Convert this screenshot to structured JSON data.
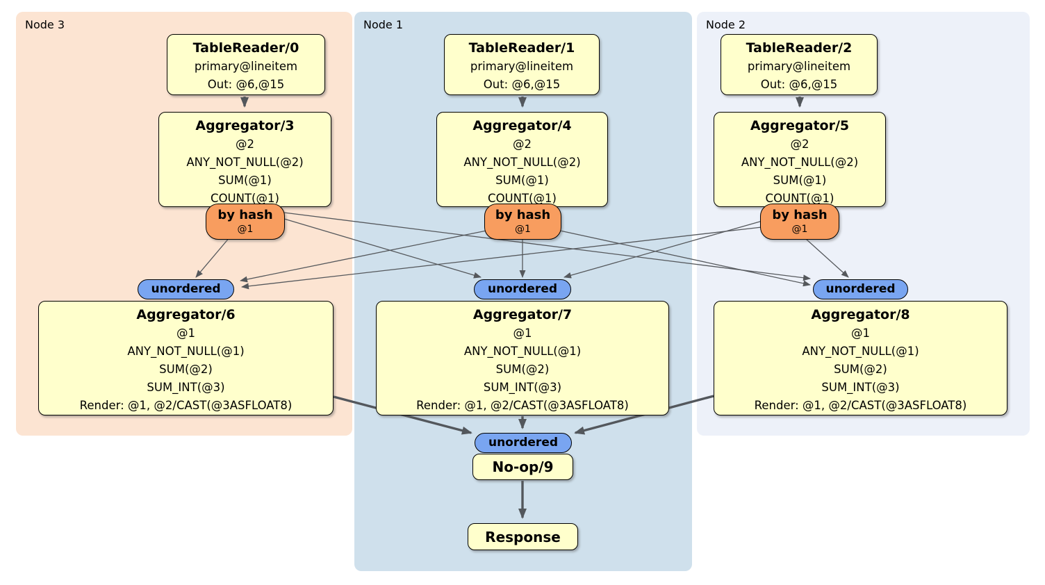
{
  "regions": [
    {
      "label": "Node 3"
    },
    {
      "label": "Node 1"
    },
    {
      "label": "Node 2"
    }
  ],
  "processors": [
    {
      "title": "TableReader/0",
      "lines": [
        "primary@lineitem",
        "Out: @6,@15"
      ]
    },
    {
      "title": "TableReader/1",
      "lines": [
        "primary@lineitem",
        "Out: @6,@15"
      ]
    },
    {
      "title": "TableReader/2",
      "lines": [
        "primary@lineitem",
        "Out: @6,@15"
      ]
    },
    {
      "title": "Aggregator/3",
      "lines": [
        "@2",
        "ANY_NOT_NULL(@2)",
        "SUM(@1)",
        "COUNT(@1)"
      ]
    },
    {
      "title": "Aggregator/4",
      "lines": [
        "@2",
        "ANY_NOT_NULL(@2)",
        "SUM(@1)",
        "COUNT(@1)"
      ]
    },
    {
      "title": "Aggregator/5",
      "lines": [
        "@2",
        "ANY_NOT_NULL(@2)",
        "SUM(@1)",
        "COUNT(@1)"
      ]
    },
    {
      "title": "Aggregator/6",
      "lines": [
        "@1",
        "ANY_NOT_NULL(@1)",
        "SUM(@2)",
        "SUM_INT(@3)",
        "Render: @1, @2/CAST(@3ASFLOAT8)"
      ]
    },
    {
      "title": "Aggregator/7",
      "lines": [
        "@1",
        "ANY_NOT_NULL(@1)",
        "SUM(@2)",
        "SUM_INT(@3)",
        "Render: @1, @2/CAST(@3ASFLOAT8)"
      ]
    },
    {
      "title": "Aggregator/8",
      "lines": [
        "@1",
        "ANY_NOT_NULL(@1)",
        "SUM(@2)",
        "SUM_INT(@3)",
        "Render: @1, @2/CAST(@3ASFLOAT8)"
      ]
    },
    {
      "title": "No-op/9",
      "lines": []
    },
    {
      "title": "Response",
      "lines": []
    }
  ],
  "routers": [
    {
      "label": "by hash",
      "detail": "@1"
    },
    {
      "label": "by hash",
      "detail": "@1"
    },
    {
      "label": "by hash",
      "detail": "@1"
    }
  ],
  "streams": [
    {
      "label": "unordered"
    },
    {
      "label": "unordered"
    },
    {
      "label": "unordered"
    },
    {
      "label": "unordered"
    }
  ],
  "colors": {
    "node3_bg": "#fce4d2",
    "node1_bg": "#cfe0ec",
    "node2_bg": "#edf1f9",
    "processor_bg": "#ffffcc",
    "router_bg": "#f89d5f",
    "stream_bg": "#79a5f1",
    "edge_thin": "#55585c",
    "edge_thick": "#53575c",
    "border": "#000000"
  }
}
